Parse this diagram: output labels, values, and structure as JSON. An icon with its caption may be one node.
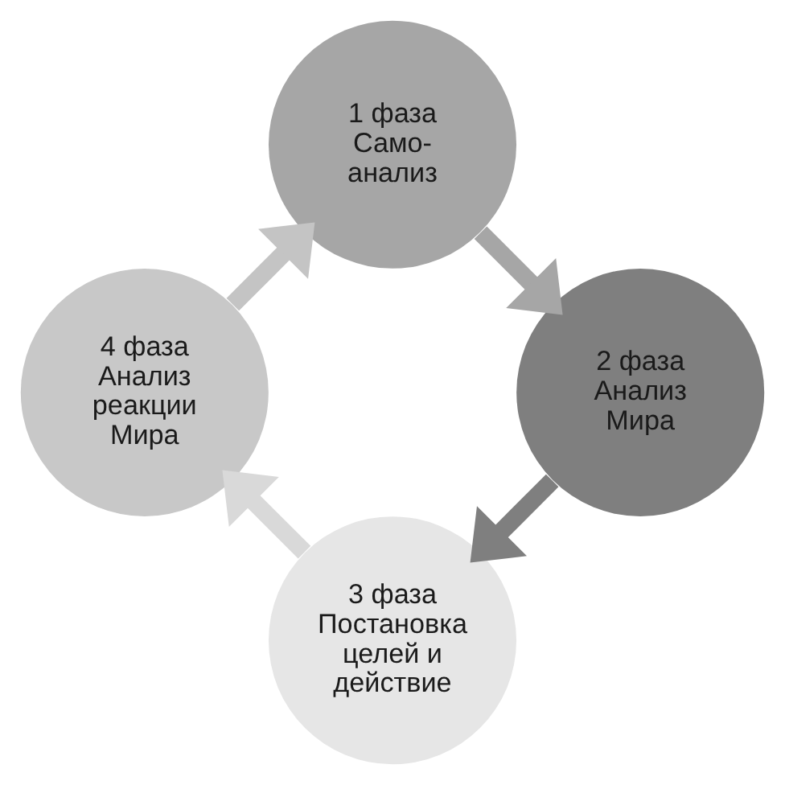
{
  "diagram": {
    "nodes": [
      {
        "text": [
          "1 фаза",
          "Само- анализ"
        ]
      },
      {
        "text": [
          "2 фаза",
          "Анализ Мира"
        ]
      },
      {
        "text": [
          "3 фаза",
          "Постановка целей и действие"
        ]
      },
      {
        "text": [
          "4 фаза",
          "Анализ реакции Мира"
        ]
      }
    ],
    "edges": [
      {
        "from": 0,
        "to": 1,
        "arrow": "to",
        "color": "#a6a6a6"
      },
      {
        "from": 1,
        "to": 2,
        "arrow": "to",
        "color": "#7f7f7f"
      },
      {
        "from": 2,
        "to": 3,
        "arrow": "to",
        "color": "#d9d9d9"
      },
      {
        "from": 3,
        "to": 0,
        "arrow": "to",
        "color": "#c4c4c4"
      }
    ]
  }
}
